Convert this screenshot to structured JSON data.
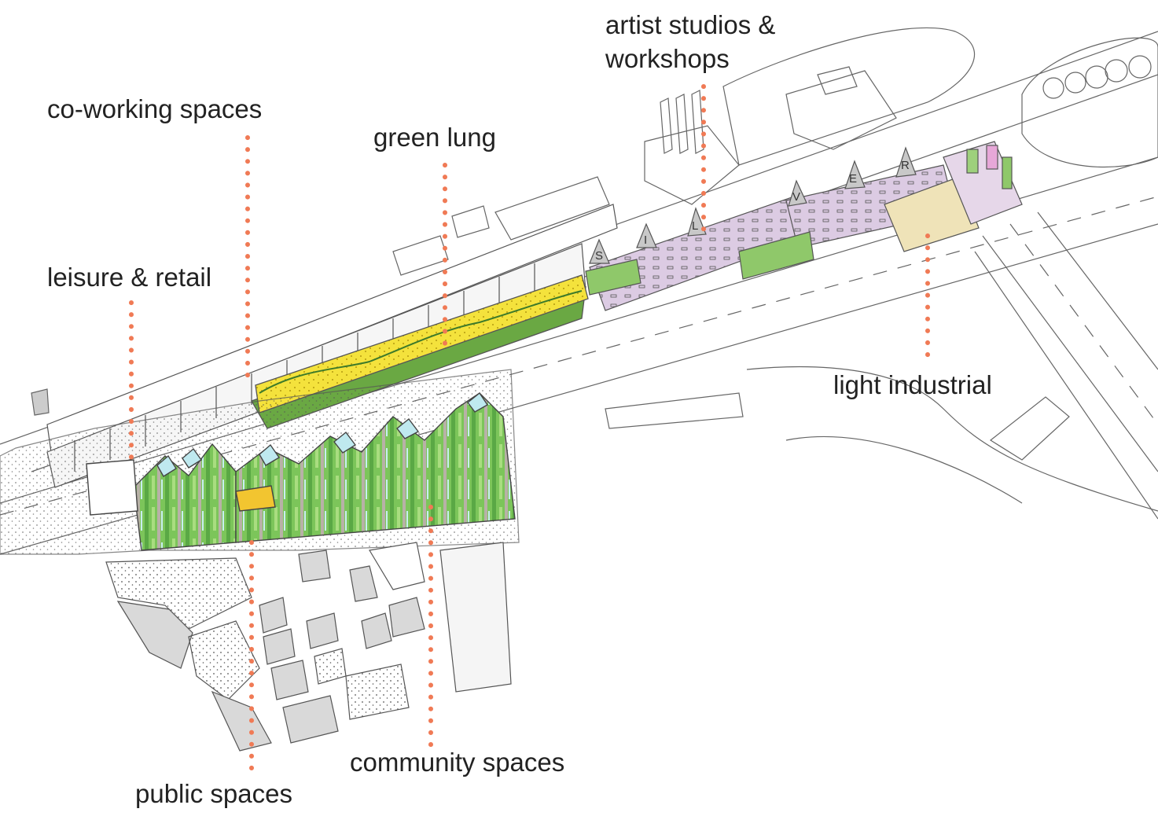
{
  "labels": {
    "co_working": "co-working spaces",
    "green_lung": "green lung",
    "artist_studios_line1": "artist studios &",
    "artist_studios_line2": "workshops",
    "leisure_retail": "leisure & retail",
    "light_industrial": "light industrial",
    "community_spaces": "community spaces",
    "public_spaces": "public spaces"
  },
  "station_letters": [
    "S",
    "I",
    "L",
    "V",
    "E",
    "R"
  ],
  "colors": {
    "leader_dots": "#f07a55",
    "green_lung": "#f4e23c",
    "green_roof": "#7cc55a",
    "glass_panel": "#bfe9ef",
    "studios": "#d9c8e0",
    "light_industrial": "#efe3b8",
    "sketch_lines": "#555555",
    "paving": "#dddddd"
  }
}
